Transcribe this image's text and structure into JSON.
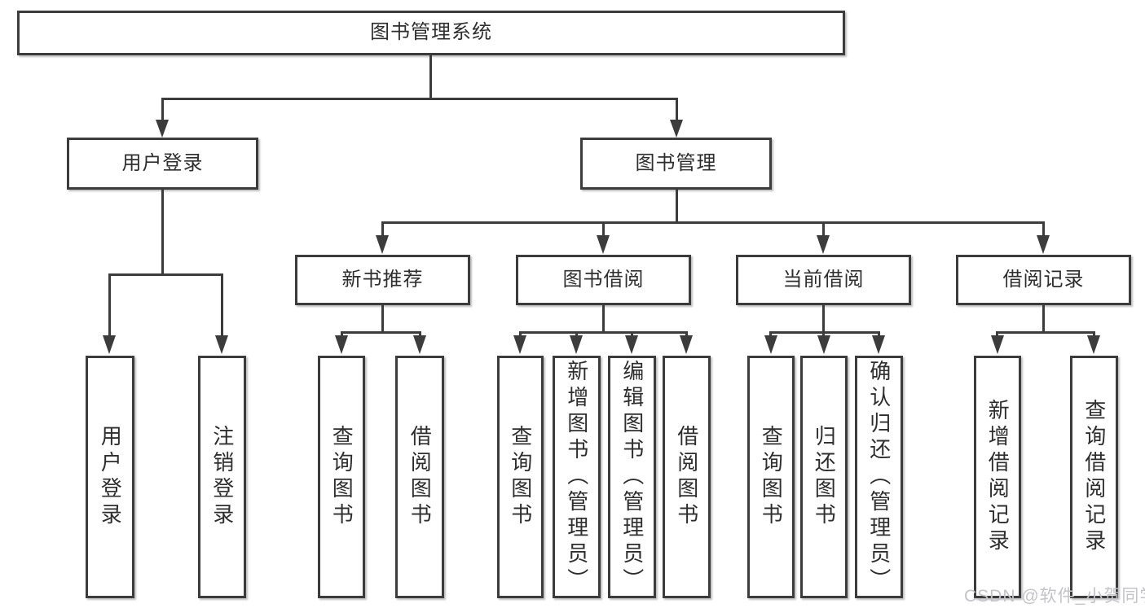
{
  "diagram_title": "图书管理系统",
  "tree": {
    "label": "图书管理系统",
    "children": [
      {
        "label": "用户登录",
        "children": [
          {
            "label": "用户登录"
          },
          {
            "label": "注销登录"
          }
        ]
      },
      {
        "label": "图书管理",
        "children": [
          {
            "label": "新书推荐",
            "children": [
              {
                "label": "查询图书"
              },
              {
                "label": "借阅图书"
              }
            ]
          },
          {
            "label": "图书借阅",
            "children": [
              {
                "label": "查询图书"
              },
              {
                "label": "新增图书（管理员）"
              },
              {
                "label": "编辑图书（管理员）"
              },
              {
                "label": "借阅图书"
              }
            ]
          },
          {
            "label": "当前借阅",
            "children": [
              {
                "label": "查询图书"
              },
              {
                "label": "归还图书"
              },
              {
                "label": "确认归还（管理员）"
              }
            ]
          },
          {
            "label": "借阅记录",
            "children": [
              {
                "label": "新增借阅记录"
              },
              {
                "label": "查询借阅记录"
              }
            ]
          }
        ]
      }
    ]
  },
  "watermark": {
    "text": "CSDN @软件_小贺同学"
  },
  "colors": {
    "line": "#3c3c3c",
    "text": "#2e2e2e",
    "background": "#ffffff",
    "watermark": "#c6c3c8"
  }
}
